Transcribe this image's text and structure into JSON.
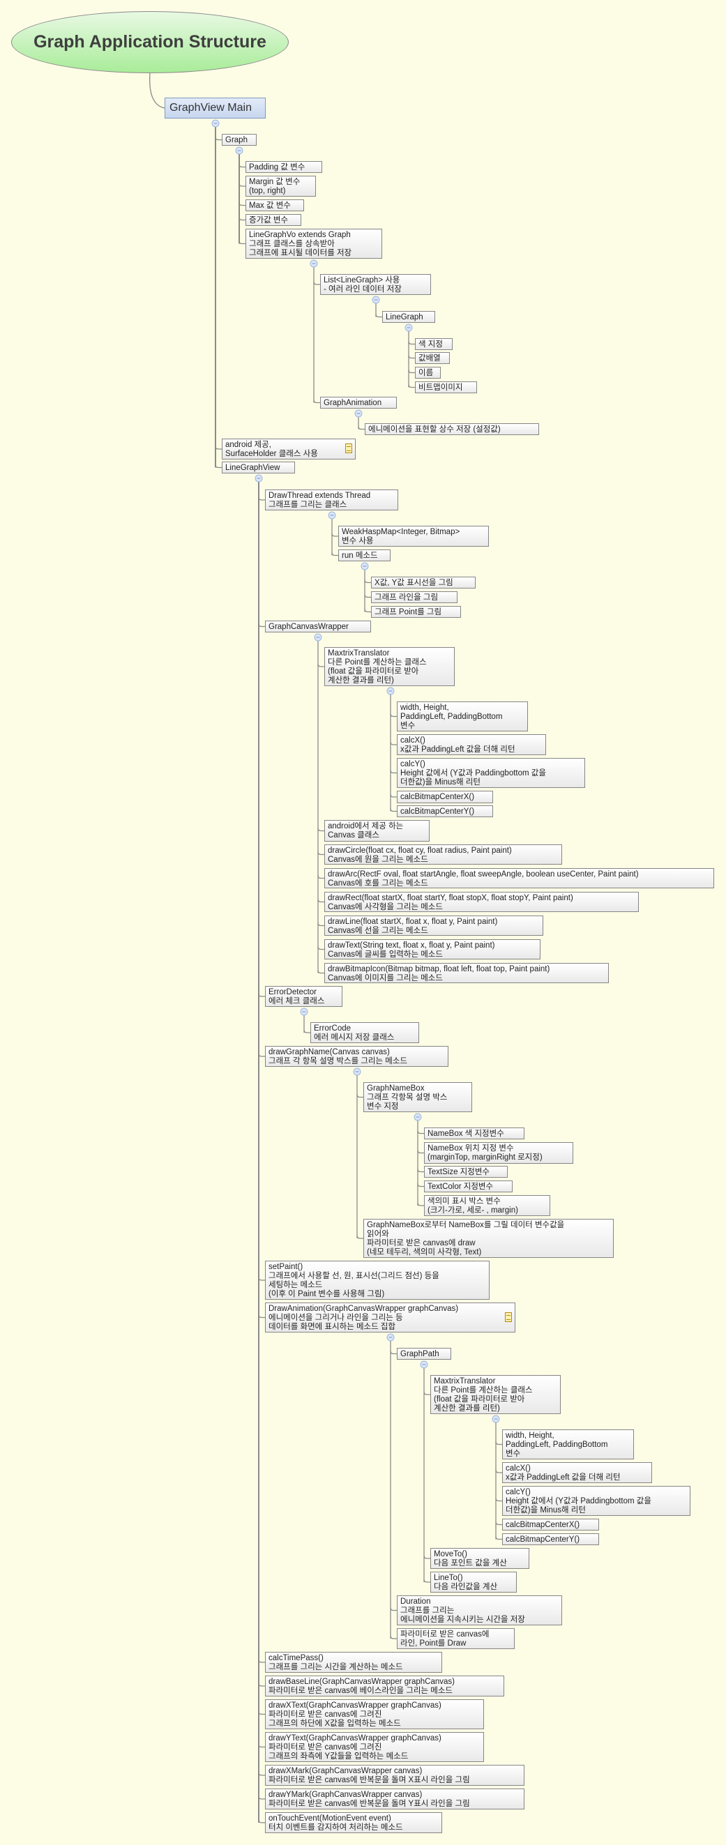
{
  "title": "Graph Application Structure",
  "colors": {
    "background": "#fdfde6",
    "title_fill": "#a9ec99",
    "root_fill": "#c7d6ef",
    "node_border": "#858585",
    "collapse_fill": "#dbe6f8"
  },
  "icons": {
    "note": "note-icon",
    "collapse": "collapse-minus-icon"
  },
  "tree": {
    "lines": [
      "GraphView Main"
    ],
    "children": [
      {
        "lines": [
          "Graph"
        ],
        "children": [
          {
            "lines": [
              "Padding 값 변수"
            ]
          },
          {
            "lines": [
              "Margin 값 변수",
              "(top, right)"
            ]
          },
          {
            "lines": [
              "Max 값 변수"
            ]
          },
          {
            "lines": [
              "증가값 변수"
            ]
          },
          {
            "lines": [
              "LineGraphVo extends Graph",
              "그래프 클래스를 상속받아",
              "그래프에 표시될 데이터를 저장"
            ],
            "children": [
              {
                "lines": [
                  "List<LineGraph> 사용",
                  " - 여러 라인 데이터 저장"
                ],
                "children": [
                  {
                    "lines": [
                      "LineGraph"
                    ],
                    "children": [
                      {
                        "lines": [
                          "색 지정"
                        ]
                      },
                      {
                        "lines": [
                          "값배열"
                        ]
                      },
                      {
                        "lines": [
                          "이름"
                        ]
                      },
                      {
                        "lines": [
                          "비트맵이미지"
                        ]
                      }
                    ]
                  }
                ]
              },
              {
                "lines": [
                  "GraphAnimation"
                ],
                "children": [
                  {
                    "lines": [
                      "에니메이션을 표현할 상수 저장 (설정값)"
                    ]
                  }
                ]
              }
            ]
          }
        ]
      },
      {
        "lines": [
          "android 제공,",
          "SurfaceHolder 클래스 사용"
        ],
        "note": true
      },
      {
        "lines": [
          "LineGraphView"
        ],
        "children": [
          {
            "lines": [
              "DrawThread extends Thread",
              "그래프를 그리는 클래스"
            ],
            "children": [
              {
                "lines": [
                  "WeakHaspMap<Integer, Bitmap>",
                  "변수 사용"
                ]
              },
              {
                "lines": [
                  "run 메소드"
                ],
                "children": [
                  {
                    "lines": [
                      "X값, Y값 표시선을 그림"
                    ]
                  },
                  {
                    "lines": [
                      "그래프 라인을 그림"
                    ]
                  },
                  {
                    "lines": [
                      "그래프 Point를 그림"
                    ]
                  }
                ]
              }
            ]
          },
          {
            "lines": [
              "GraphCanvasWrapper"
            ],
            "children": [
              {
                "lines": [
                  "MaxtrixTranslator",
                  "다른 Point를 계산하는 클래스",
                  "(float 값을 파라미터로 받아",
                  "계산한 결과를 리턴)"
                ],
                "children": [
                  {
                    "lines": [
                      "width, Height,",
                      "PaddingLeft, PaddingBottom",
                      "변수"
                    ]
                  },
                  {
                    "lines": [
                      "calcX()",
                      "x값과 PaddingLeft 값을 더해 리턴"
                    ]
                  },
                  {
                    "lines": [
                      "calcY()",
                      "Height 값에서 (Y값과 Paddingbottom 값을",
                      "더한값)을 Minus해 리턴"
                    ]
                  },
                  {
                    "lines": [
                      "calcBitmapCenterX()"
                    ]
                  },
                  {
                    "lines": [
                      "calcBitmapCenterY()"
                    ]
                  }
                ]
              },
              {
                "lines": [
                  "android에서 제공 하는",
                  "Canvas 클래스"
                ]
              },
              {
                "lines": [
                  "drawCircle(float cx, float cy, float radius, Paint paint)",
                  "Canvas에 원을 그리는 메소드"
                ]
              },
              {
                "lines": [
                  "drawArc(RectF oval, float startAngle, float sweepAngle, boolean useCenter, Paint paint)",
                  "Canvas에 호를 그리는 메소드"
                ]
              },
              {
                "lines": [
                  "drawRect(float startX, float startY, float stopX, float stopY, Paint paint)",
                  "Canvas에 사각형을 그리는 메소드"
                ]
              },
              {
                "lines": [
                  "drawLine(float startX, float x, float y, Paint paint)",
                  "Canvas에 선을 그리는 메소드"
                ]
              },
              {
                "lines": [
                  "drawText(String text, float x, float y, Paint paint)",
                  "Canvas에 글씨를 입력하는 메소드"
                ]
              },
              {
                "lines": [
                  "drawBitmapIcon(Bitmap bitmap, float left, float top, Paint paint)",
                  "Canvas에 이미지를 그리는 메소드"
                ]
              }
            ]
          },
          {
            "lines": [
              "ErrorDetector",
              "에러 체크 클래스"
            ],
            "children": [
              {
                "lines": [
                  "ErrorCode",
                  "에러 메시지 저장 클래스"
                ]
              }
            ]
          },
          {
            "lines": [
              "drawGraphName(Canvas canvas)",
              "그래프 각 항목 설명 박스를 그리는 메소드"
            ],
            "children": [
              {
                "lines": [
                  "GraphNameBox",
                  "그래프 각항목 설명 박스",
                  "변수 지정"
                ],
                "children": [
                  {
                    "lines": [
                      "NameBox 색 지정변수"
                    ]
                  },
                  {
                    "lines": [
                      "NameBox 위치 지정 변수",
                      "(marginTop, marginRight 로지정)"
                    ]
                  },
                  {
                    "lines": [
                      "TextSize 지정변수"
                    ]
                  },
                  {
                    "lines": [
                      "TextColor 지정변수"
                    ]
                  },
                  {
                    "lines": [
                      "색의미 표시 박스 변수",
                      "(크기-가로, 세로- , margin)"
                    ]
                  }
                ]
              },
              {
                "lines": [
                  "GraphNameBox로부터 NameBox를 그릴 데이터 변수값을",
                  "읽어와",
                  "파라미터로 받은 canvas에 draw",
                  "(네모 테두리, 색의미 사각형, Text)"
                ]
              }
            ]
          },
          {
            "lines": [
              "setPaint()",
              "그래프에서 사용할 선, 원, 표시선(그리드 점선) 등을",
              "세팅하는 메소드",
              "(이후 이 Paint 변수를 사용해 그림)"
            ]
          },
          {
            "lines": [
              "DrawAnimation(GraphCanvasWrapper graphCanvas)",
              "에니메이션을 그리거나 라인을 그리는 등",
              "데이터를 화면에 표시하는 메소드 집합"
            ],
            "note": true,
            "children": [
              {
                "lines": [
                  "GraphPath"
                ],
                "children": [
                  {
                    "lines": [
                      "MaxtrixTranslator",
                      "다른 Point를 계산하는 클래스",
                      "(float 값을 파라미터로 받아",
                      "계산한 결과를 리턴)"
                    ],
                    "children": [
                      {
                        "lines": [
                          "width, Height,",
                          "PaddingLeft, PaddingBottom",
                          "변수"
                        ]
                      },
                      {
                        "lines": [
                          "calcX()",
                          "x값과 PaddingLeft 값을 더해 리턴"
                        ]
                      },
                      {
                        "lines": [
                          "calcY()",
                          "Height 값에서 (Y값과 Paddingbottom 값을",
                          "더한값)을 Minus해 리턴"
                        ]
                      },
                      {
                        "lines": [
                          "calcBitmapCenterX()"
                        ]
                      },
                      {
                        "lines": [
                          "calcBitmapCenterY()"
                        ]
                      }
                    ]
                  },
                  {
                    "lines": [
                      "MoveTo()",
                      "다음 포인트 값을 계산"
                    ]
                  },
                  {
                    "lines": [
                      "LineTo()",
                      "다음 라인값을 계산"
                    ]
                  }
                ]
              },
              {
                "lines": [
                  "Duration",
                  "그래프를 그리는",
                  "에니메이션을 지속시키는 시간을 저장"
                ]
              },
              {
                "lines": [
                  "파라미터로 받은 canvas에",
                  "라인, Point를 Draw"
                ]
              }
            ]
          },
          {
            "lines": [
              "calcTimePass()",
              "그래프를 그리는 시간을 계산하는 메소드"
            ]
          },
          {
            "lines": [
              "drawBaseLine(GraphCanvasWrapper graphCanvas)",
              "파라미터로 받은 canvas에 베이스라인을 그리는 메소드"
            ]
          },
          {
            "lines": [
              "drawXText(GraphCanvasWrapper graphCanvas)",
              "파라미터로 받은 canvas에 그려진",
              "그래프의 하단에 X값을 입력하는 메소드"
            ]
          },
          {
            "lines": [
              "drawYText(GraphCanvasWrapper graphCanvas)",
              "파라미터로 받은 canvas에 그려진",
              "그래프의 좌측에 Y값들을 입력하는 메소드"
            ]
          },
          {
            "lines": [
              "drawXMark(GraphCanvasWrapper canvas)",
              "파라미터로 받은 canvas에 반복문을 돌며 X표시 라인을 그림"
            ]
          },
          {
            "lines": [
              "drawYMark(GraphCanvasWrapper canvas)",
              "파라미터로 받은 canvas에 반복문을 돌며 Y표시 라인을 그림"
            ]
          },
          {
            "lines": [
              "onTouchEvent(MotionEvent event)",
              "터치 이벤트를 감지하여 처리하는 메소드"
            ]
          }
        ]
      }
    ]
  }
}
